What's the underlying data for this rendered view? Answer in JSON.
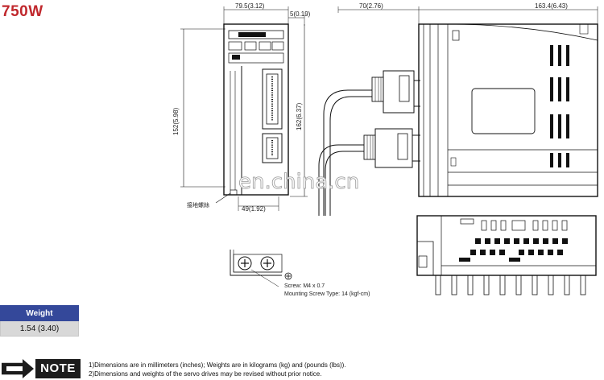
{
  "title": "750W",
  "dimensions": {
    "front_width": "79.5(3.12)",
    "front_offset": "5(0.19)",
    "height_a": "152(5.98)",
    "height_b": "162(6.37)",
    "bottom_width": "49(1.92)",
    "cable_depth": "70(2.76)",
    "side_depth": "163.4(6.43)"
  },
  "ground_label": "接地螺絲",
  "screw": {
    "line1": "Screw: M4 x 0.7",
    "line2": "Mounting Screw Type:  14 (kgf-cm)"
  },
  "watermark": "en.china.cn",
  "weight_table": {
    "header": "Weight",
    "value": "1.54 (3.40)"
  },
  "note": {
    "badge": "NOTE",
    "line1": "1)Dimensions are in millimeters (inches); Weights are in kilograms (kg) and (pounds (lbs)).",
    "line2": "2)Dimensions and weights of the servo drives may be revised without prior notice."
  },
  "colors": {
    "title": "#c0282d",
    "table_header": "#34489a",
    "table_cell": "#d8d8d8",
    "note_badge": "#1c1c1c"
  }
}
